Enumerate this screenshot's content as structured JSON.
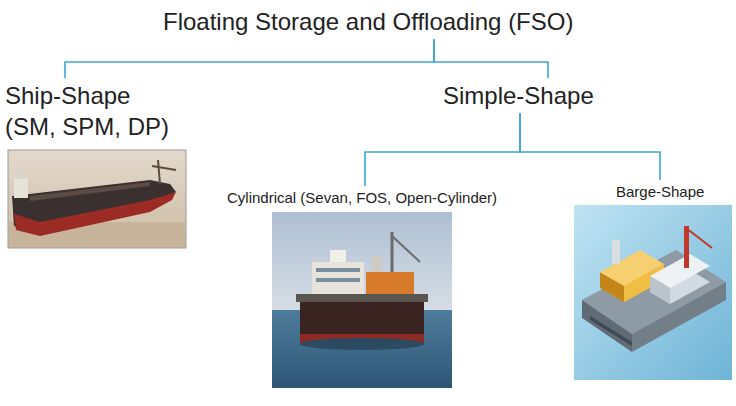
{
  "diagram": {
    "nodes": [
      {
        "text": [
          "Floating Storage and Offloading (FSO)"
        ]
      },
      {
        "text": [
          "Ship-Shape (SM, SPM, DP)"
        ]
      },
      {
        "text": [
          "Simple-Shape"
        ]
      },
      {
        "text": [
          "Cylindrical (Sevan, FOS, Open-Cylinder)"
        ]
      },
      {
        "text": [
          "Barge-Shape"
        ]
      }
    ],
    "edges": [
      {
        "from": 0,
        "to": 1,
        "arrow": "none"
      },
      {
        "from": 0,
        "to": 2,
        "arrow": "none"
      },
      {
        "from": 2,
        "to": 3,
        "arrow": "none"
      },
      {
        "from": 2,
        "to": 4,
        "arrow": "none"
      }
    ]
  }
}
